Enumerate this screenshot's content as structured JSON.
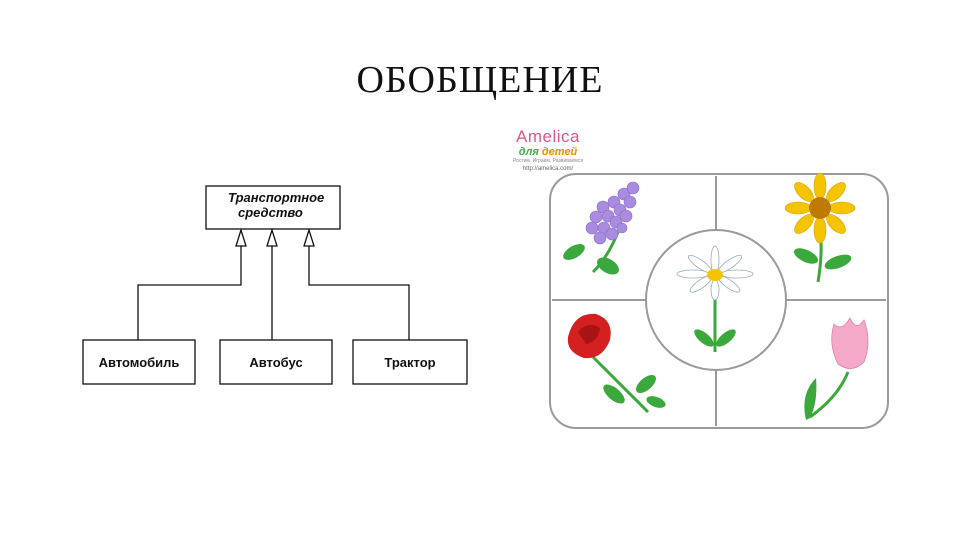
{
  "slide": {
    "title": "ОБОБЩЕНИЕ"
  },
  "uml": {
    "parent": {
      "line1": "Транспортное",
      "line2": "средство"
    },
    "children": [
      "Автомобиль",
      "Автобус",
      "Трактор"
    ]
  },
  "logo": {
    "brand": "Amelica",
    "subtitle_word1": "для",
    "subtitle_word2": "детей",
    "tagline": "Ростим. Играем. Развиваемся",
    "url": "http://amelica.com/"
  },
  "flower_card": {
    "items": [
      "lilac-icon",
      "sunflower-icon",
      "daisy-icon",
      "rose-icon",
      "tulip-icon"
    ],
    "colors": {
      "lilac": "#a98be0",
      "sunflower": "#f5c400",
      "rose": "#d42020",
      "tulip": "#f4a9c8",
      "leaf": "#3aa83a"
    }
  }
}
